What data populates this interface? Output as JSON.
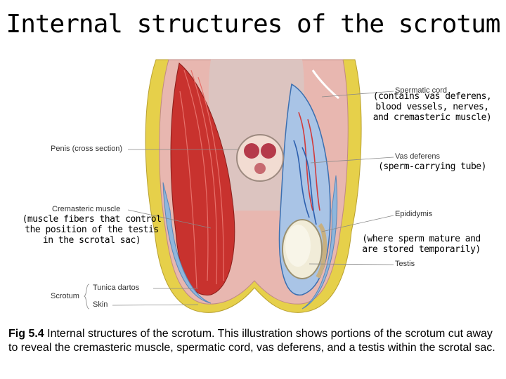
{
  "title": "Internal structures of the scrotum",
  "labels": {
    "spermatic_cord": "Spermatic cord",
    "penis": "Penis (cross section)",
    "vas_deferens": "Vas deferens",
    "cremasteric_muscle": "Cremasteric muscle",
    "epididymis": "Epididymis",
    "testis": "Testis",
    "scrotum": "Scrotum",
    "tunica_dartos": "Tunica dartos",
    "skin": "Skin"
  },
  "notes": {
    "spermatic_cord": [
      "(contains vas deferens,",
      "blood vessels, nerves,",
      "and cremasteric muscle)"
    ],
    "vas_deferens": [
      "(sperm-carrying tube)"
    ],
    "cremasteric_muscle": [
      "(muscle fibers that control",
      "the position of the testis",
      "in the scrotal sac)"
    ],
    "epididymis": [
      "(where sperm mature and",
      "are stored temporarily)"
    ]
  },
  "caption": {
    "fig": "Fig 5.4",
    "text": "Internal structures of the scrotum. This illustration shows portions of the scrotum cut away to reveal the cremasteric muscle, spermatic cord, vas deferens, and a testis within the scrotal sac."
  }
}
